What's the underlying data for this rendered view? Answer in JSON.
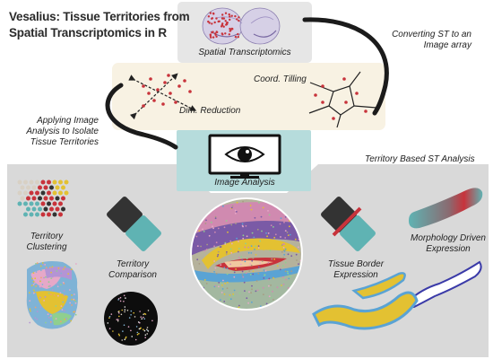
{
  "title": {
    "line1": "Vesalius: Tissue Territories from",
    "line2": "Spatial Transcriptomics in R"
  },
  "pipeline": {
    "spatial_transcriptomics": "Spatial Transcriptomics",
    "converting_line1": "Converting ST to an",
    "converting_line2": "Image array",
    "coord_tiling": "Coord. Tilling",
    "dim_reduction": "Dim. Reduction",
    "applying_line1": "Applying Image",
    "applying_line2": "Analysis to Isolate",
    "applying_line3": "Tissue Territories",
    "image_analysis": "Image Analysis"
  },
  "analysis": {
    "header": "Territory Based ST Analysis",
    "clustering_line1": "Territory",
    "clustering_line2": "Clustering",
    "comparison_line1": "Territory",
    "comparison_line2": "Comparison",
    "border_line1": "Tissue Border",
    "border_line2": "Expression",
    "morphology_line1": "Morphology Driven",
    "morphology_line2": "Expression"
  },
  "colors": {
    "panel_gray": "#d9d9d9",
    "panel_cream": "#f8f2e3",
    "panel_teal": "#b6dcdc",
    "dark_tile": "#333333",
    "teal_tile": "#5fb3b3",
    "red_accent": "#c8333b",
    "tissue_purple": "#7a5aa6",
    "tissue_yellow": "#e3c132",
    "tissue_blue": "#5aa3d4"
  },
  "icons": {
    "eye": "eye-monitor-icon",
    "brain": "brain-section-icon"
  }
}
